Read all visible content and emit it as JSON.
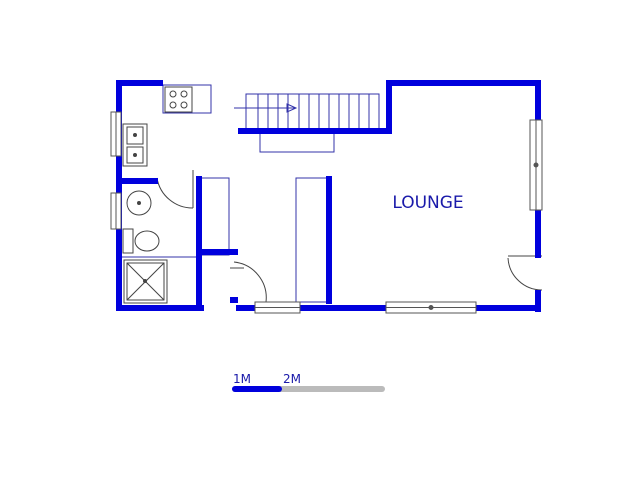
{
  "rooms": {
    "lounge": "LOUNGE"
  },
  "scale": {
    "label_1": "1M",
    "label_2": "2M"
  },
  "colors": {
    "wall": "#0000dd",
    "fixture_line": "#3333aa",
    "window_frame": "#555555",
    "scale_filled": "#0000dd",
    "scale_empty": "#bbbbbb",
    "label": "#1a1aaa"
  }
}
